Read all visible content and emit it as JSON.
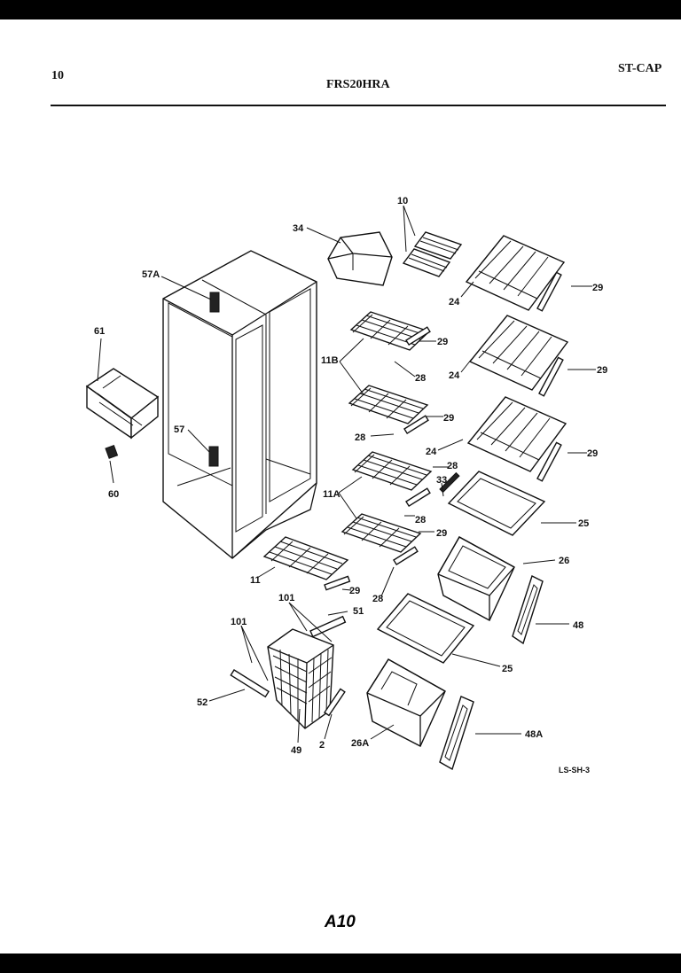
{
  "header": {
    "page_number": "10",
    "model": "FRS20HRA",
    "section_code": "ST-CAP"
  },
  "footer": {
    "page_id": "A10",
    "drawing_code": "LS-SH-3"
  },
  "callouts": {
    "c10": "10",
    "c34": "34",
    "c57a": "57A",
    "c61": "61",
    "c57": "57",
    "c60": "60",
    "c24_1": "24",
    "c29_1": "29",
    "c29_2": "29",
    "c11b": "11B",
    "c28_1": "28",
    "c24_2": "24",
    "c29_3": "29",
    "c29_4": "29",
    "c28_2": "28",
    "c24_3": "24",
    "c29_5": "29",
    "c28_3": "28",
    "c33": "33",
    "c11a": "11A",
    "c28_4": "28",
    "c25_1": "25",
    "c29_6": "29",
    "c28_5": "28",
    "c26": "26",
    "c11": "11",
    "c29_7": "29",
    "c101_1": "101",
    "c51": "51",
    "c48": "48",
    "c101_2": "101",
    "c25_2": "25",
    "c52": "52",
    "c49": "49",
    "c2": "2",
    "c26a": "26A",
    "c48a": "48A"
  }
}
